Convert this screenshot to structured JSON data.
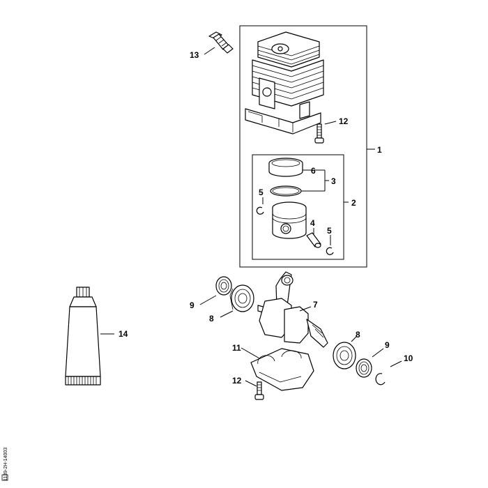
{
  "diagram": {
    "labels": {
      "p1": "1",
      "p2": "2",
      "p3": "3",
      "p4": "4",
      "p5a": "5",
      "p5b": "5",
      "p6": "6",
      "p7": "7",
      "p8a": "8",
      "p8b": "8",
      "p9a": "9",
      "p9b": "9",
      "p10": "10",
      "p11": "11",
      "p12a": "12",
      "p12b": "12",
      "p13": "13",
      "p14": "14"
    },
    "reference_code": "1139-2H-14003"
  }
}
